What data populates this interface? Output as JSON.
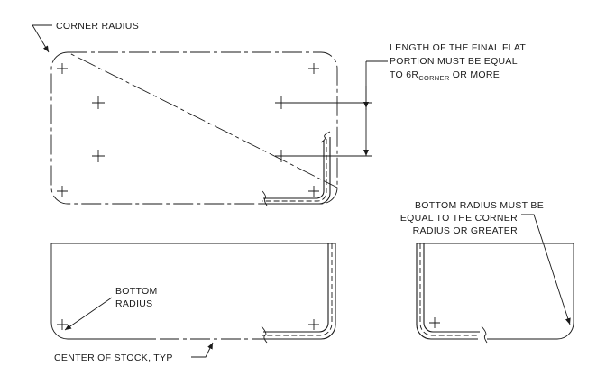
{
  "labels": {
    "corner_radius": "CORNER RADIUS",
    "flat_length_line1": "LENGTH OF THE FINAL FLAT",
    "flat_length_line2": "PORTION MUST BE EQUAL",
    "flat_length_line3_prefix": "TO 6R",
    "flat_length_line3_subscript": "CORNER",
    "flat_length_line3_suffix": " OR MORE",
    "bottom_radius_note_line1": "BOTTOM RADIUS MUST BE",
    "bottom_radius_note_line2": "EQUAL TO THE CORNER",
    "bottom_radius_note_line3": "RADIUS OR GREATER",
    "bottom_radius_line1": "BOTTOM",
    "bottom_radius_line2": "RADIUS",
    "center_of_stock": "CENTER OF STOCK, TYP"
  }
}
